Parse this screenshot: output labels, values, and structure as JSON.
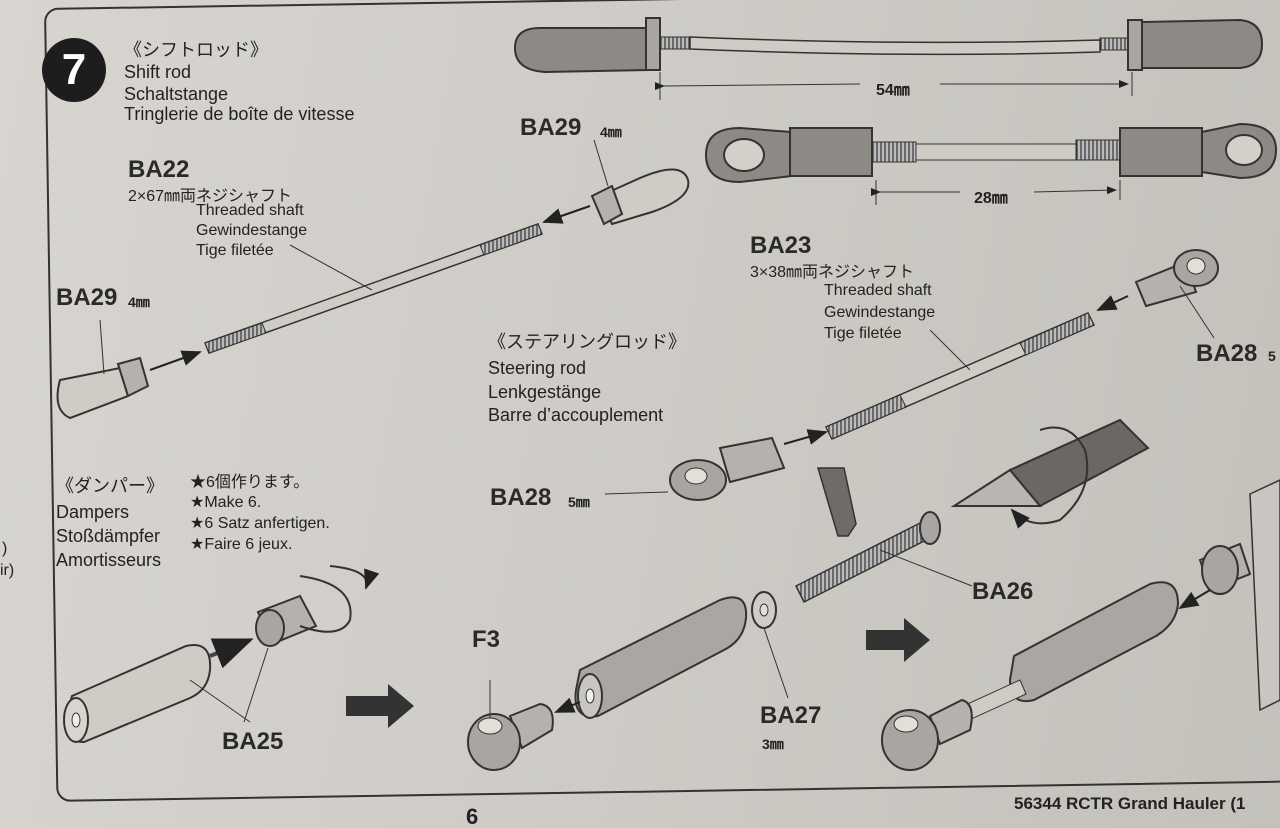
{
  "step": {
    "number": "7"
  },
  "shift_rod": {
    "title_jp": "《シフトロッド》",
    "title_en": "Shift rod",
    "title_de": "Schaltstange",
    "title_fr": "Tringlerie de boîte de vitesse",
    "dim_long": "54㎜",
    "dim_short": "28㎜"
  },
  "parts": {
    "ba29_top": {
      "code": "BA29",
      "size": "4㎜"
    },
    "ba29_left": {
      "code": "BA29",
      "size": "4㎜"
    },
    "ba22": {
      "code": "BA22",
      "spec": "2×67㎜両ネジシャフト",
      "en": "Threaded shaft",
      "de": "Gewindestange",
      "fr": "Tige filetée"
    },
    "ba23": {
      "code": "BA23",
      "spec": "3×38㎜両ネジシャフト",
      "en": "Threaded shaft",
      "de": "Gewindestange",
      "fr": "Tige filetée"
    },
    "ba28_right": {
      "code": "BA28",
      "size": "5"
    },
    "ba28_left": {
      "code": "BA28",
      "size": "5㎜"
    },
    "ba26": {
      "code": "BA26"
    },
    "ba27": {
      "code": "BA27",
      "size": "3㎜"
    },
    "ba25": {
      "code": "BA25"
    },
    "f3": {
      "code": "F3"
    }
  },
  "steering_rod": {
    "title_jp": "《ステアリングロッド》",
    "title_en": "Steering rod",
    "title_de": "Lenkgestänge",
    "title_fr": "Barre d’accouplement"
  },
  "dampers": {
    "title_jp": "《ダンパー》",
    "title_en": "Dampers",
    "title_de": "Stoßdämpfer",
    "title_fr": "Amortisseurs",
    "note_jp": "★6個作ります。",
    "note_en": "★Make 6.",
    "note_de": "★6 Satz anfertigen.",
    "note_fr": "★Faire 6 jeux."
  },
  "footer": {
    "page_number": "6",
    "product": "56344 RCTR Grand Hauler (1"
  },
  "margin": {
    "paren": ")",
    "fragment": "ir)"
  }
}
